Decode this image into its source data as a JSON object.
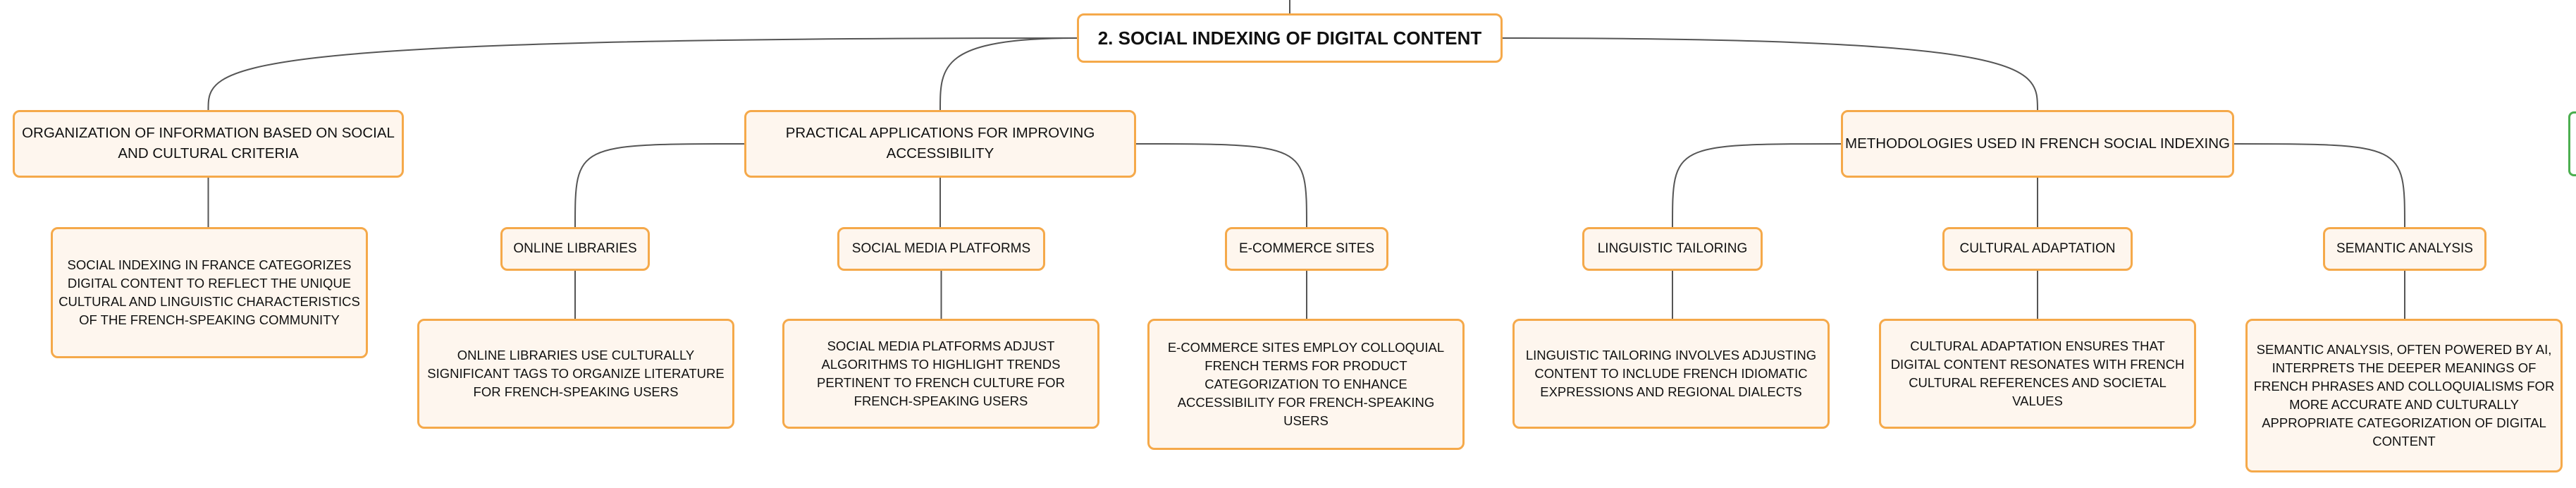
{
  "colors": {
    "node_border": "#f5a94a",
    "node_fill": "#fef6ee",
    "line": "#555555",
    "offscreen_node_border": "#4caf50"
  },
  "root": {
    "label": "2. SOCIAL INDEXING OF DIGITAL CONTENT"
  },
  "categories": [
    {
      "label": "ORGANIZATION OF INFORMATION BASED ON SOCIAL AND CULTURAL CRITERIA",
      "detail": "SOCIAL INDEXING IN FRANCE CATEGORIZES DIGITAL CONTENT TO REFLECT THE UNIQUE CULTURAL AND LINGUISTIC CHARACTERISTICS OF THE FRENCH-SPEAKING COMMUNITY"
    },
    {
      "label": "PRACTICAL APPLICATIONS FOR IMPROVING ACCESSIBILITY",
      "children": [
        {
          "label": "ONLINE LIBRARIES",
          "detail": "ONLINE LIBRARIES USE CULTURALLY SIGNIFICANT TAGS TO ORGANIZE LITERATURE FOR FRENCH-SPEAKING USERS"
        },
        {
          "label": "SOCIAL MEDIA PLATFORMS",
          "detail": "SOCIAL MEDIA PLATFORMS ADJUST ALGORITHMS TO HIGHLIGHT TRENDS PERTINENT TO FRENCH CULTURE FOR FRENCH-SPEAKING USERS"
        },
        {
          "label": "E-COMMERCE SITES",
          "detail": "E-COMMERCE SITES EMPLOY COLLOQUIAL FRENCH TERMS FOR PRODUCT CATEGORIZATION TO ENHANCE ACCESSIBILITY FOR FRENCH-SPEAKING USERS"
        }
      ]
    },
    {
      "label": "METHODOLOGIES USED IN FRENCH SOCIAL INDEXING",
      "children": [
        {
          "label": "LINGUISTIC TAILORING",
          "detail": "LINGUISTIC TAILORING INVOLVES ADJUSTING CONTENT TO INCLUDE FRENCH IDIOMATIC EXPRESSIONS AND REGIONAL DIALECTS"
        },
        {
          "label": "CULTURAL ADAPTATION",
          "detail": "CULTURAL ADAPTATION ENSURES THAT DIGITAL CONTENT RESONATES WITH FRENCH CULTURAL REFERENCES AND SOCIETAL VALUES"
        },
        {
          "label": "SEMANTIC ANALYSIS",
          "detail": "SEMANTIC ANALYSIS, OFTEN POWERED BY AI, INTERPRETS THE DEEPER MEANINGS OF FRENCH PHRASES AND COLLOQUIALISMS FOR MORE ACCURATE AND CULTURALLY APPROPRIATE CATEGORIZATION OF DIGITAL CONTENT"
        }
      ]
    }
  ]
}
